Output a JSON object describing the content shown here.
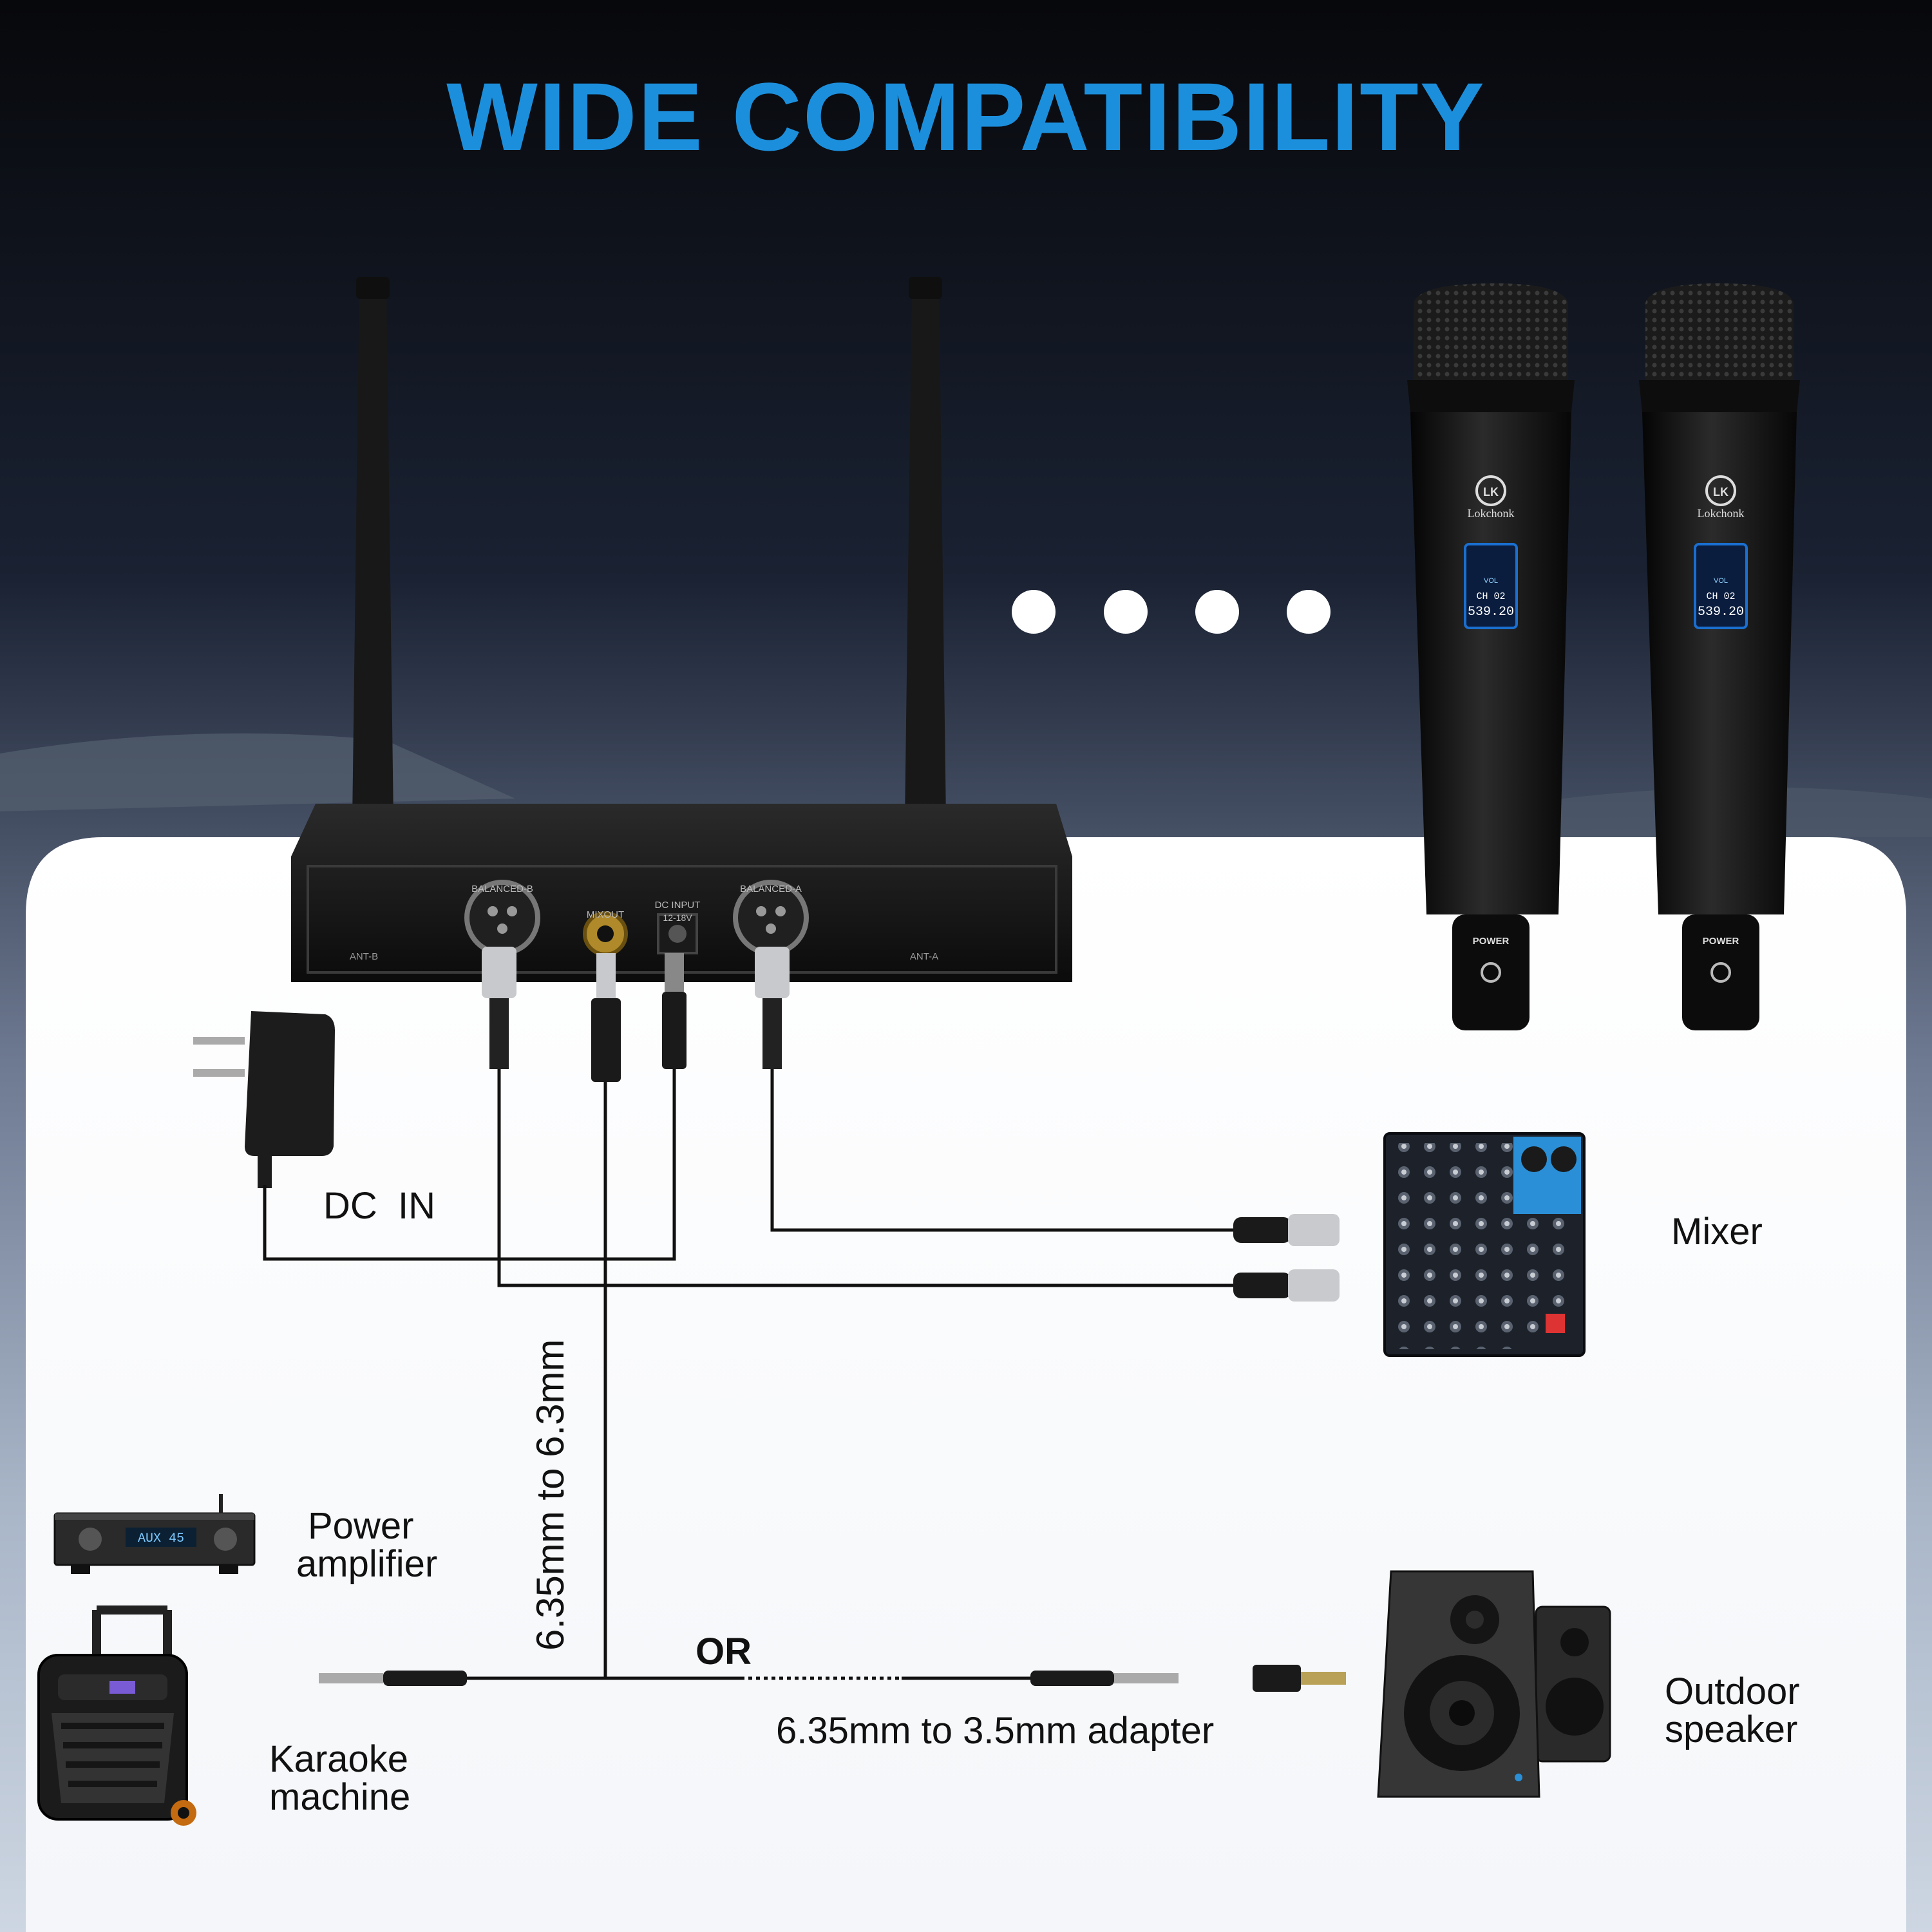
{
  "title": "WIDE COMPATIBILITY",
  "receiver": {
    "port_b": "BALANCED-B",
    "port_mixout": "MIXOUT",
    "port_dc_line1": "DC INPUT",
    "port_dc_line2": "12-18V",
    "port_a": "BALANCED-A",
    "ant_b": "ANT-B",
    "ant_a": "ANT-A"
  },
  "microphones": [
    {
      "brand": "Lokchonk",
      "logo": "LK",
      "screen_vol": "VOL",
      "screen_channel": "CH 02",
      "screen_freq": "539.20",
      "power_label": "POWER"
    },
    {
      "brand": "Lokchonk",
      "logo": "LK",
      "screen_vol": "VOL",
      "screen_channel": "CH 02",
      "screen_freq": "539.20",
      "power_label": "POWER"
    }
  ],
  "amp_display": "AUX 45",
  "labels": {
    "dc_in": "DC  IN",
    "mixer": "Mixer",
    "cable_vertical": "6.35mm to 6.3mm",
    "or": "OR",
    "adapter": "6.35mm to 3.5mm adapter",
    "power_amp_line1": "Power",
    "power_amp_line2": "amplifier",
    "karaoke_line1": "Karaoke",
    "karaoke_line2": "machine",
    "speaker_line1": "Outdoor",
    "speaker_line2": "speaker"
  },
  "colors": {
    "title": "#1c8fdc",
    "device_black": "#141414",
    "cable": "#111111",
    "mixer_blue": "#2a8fd6",
    "mic_screen": "#1a6fd0"
  }
}
